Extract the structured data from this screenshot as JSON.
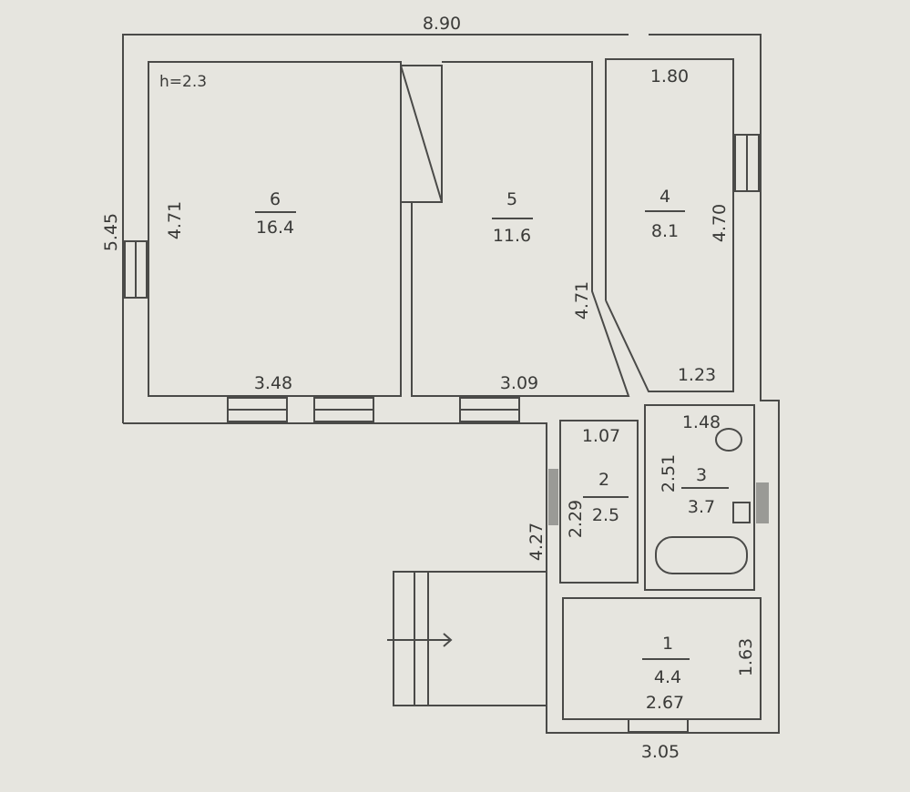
{
  "plan": {
    "ceiling_height": "h=2.3",
    "overall": {
      "width_top": "8.90",
      "height_left": "5.45",
      "height_annex": "4.27",
      "width_annex": "3.05"
    },
    "rooms": [
      {
        "number": "1",
        "area": "4.4",
        "dim_a": "2.67",
        "dim_b": "1.63"
      },
      {
        "number": "2",
        "area": "2.5",
        "dim_a": "1.07",
        "dim_b": "2.29"
      },
      {
        "number": "3",
        "area": "3.7",
        "dim_a": "1.48",
        "dim_b": "2.51"
      },
      {
        "number": "4",
        "area": "8.1",
        "dim_a": "1.80",
        "dim_b": "4.70",
        "dim_c": "1.23"
      },
      {
        "number": "5",
        "area": "11.6",
        "dim_a": "3.09",
        "dim_b": "4.71"
      },
      {
        "number": "6",
        "area": "16.4",
        "dim_a": "3.48",
        "dim_b": "4.71"
      }
    ]
  }
}
